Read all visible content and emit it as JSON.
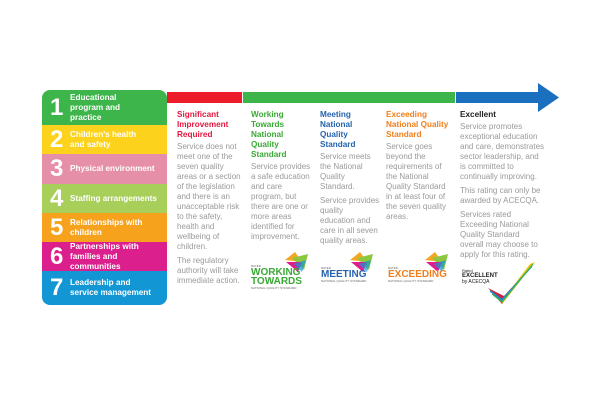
{
  "quality_areas": [
    {
      "num": "1",
      "label": "Educational program and practice",
      "color": "#3db54a"
    },
    {
      "num": "2",
      "label": "Children's health and safety",
      "color": "#fcd21d"
    },
    {
      "num": "3",
      "label": "Physical environment",
      "color": "#e68fa9"
    },
    {
      "num": "4",
      "label": "Staffing arrangements",
      "color": "#a7cf5a"
    },
    {
      "num": "5",
      "label": "Relationships with children",
      "color": "#f7a21c"
    },
    {
      "num": "6",
      "label": "Partnerships with families and communities",
      "color": "#db1f8c"
    },
    {
      "num": "7",
      "label": "Leadership and service management",
      "color": "#1296d4"
    }
  ],
  "ratings": [
    {
      "title": "Significant Improvement Required",
      "color": "#e3173f",
      "paragraphs": [
        "Service does not meet one of the seven quality areas or a section of the legislation and there is an unacceptable risk to the safety, health and wellbeing of children.",
        "The regulatory authority will take immediate action."
      ]
    },
    {
      "title": "Working Towards National Quality Standard",
      "color": "#3aa935",
      "paragraphs": [
        "Service provides a safe education and care program, but there are one or more areas identified for improvement."
      ],
      "logo": {
        "rated": "RATED",
        "name": "WORKING TOWARDS",
        "sub": "NATIONAL QUALITY STANDARD"
      }
    },
    {
      "title": "Meeting National Quality Standard",
      "color": "#2563b0",
      "paragraphs": [
        "Service meets the National Quality Standard.",
        "Service provides quality education and care in all seven quality areas."
      ],
      "logo": {
        "rated": "RATED",
        "name": "MEETING",
        "sub": "NATIONAL QUALITY STANDARD"
      }
    },
    {
      "title": "Exceeding National Quality Standard",
      "color": "#f07f1d",
      "paragraphs": [
        "Service goes beyond the requirements of the National Quality Standard in at least four of the seven quality areas."
      ],
      "logo": {
        "rated": "RATED",
        "name": "EXCEEDING",
        "sub": "NATIONAL QUALITY STANDARD"
      }
    },
    {
      "title": "Excellent",
      "color": "#222222",
      "paragraphs": [
        "Service promotes exceptional education and care, demonstrates sector leadership, and is committed to continually improving.",
        "This rating can only be awarded by ACECQA.",
        "Services rated Exceeding National Quality Standard overall may choose to apply for this rating."
      ],
      "logo": {
        "rated": "Rated",
        "name": "EXCELLENT",
        "sub": "by ACECQA"
      }
    }
  ],
  "colors": {
    "red": "#ec1c2a",
    "green": "#3db54a",
    "blue": "#1a6fbf"
  }
}
